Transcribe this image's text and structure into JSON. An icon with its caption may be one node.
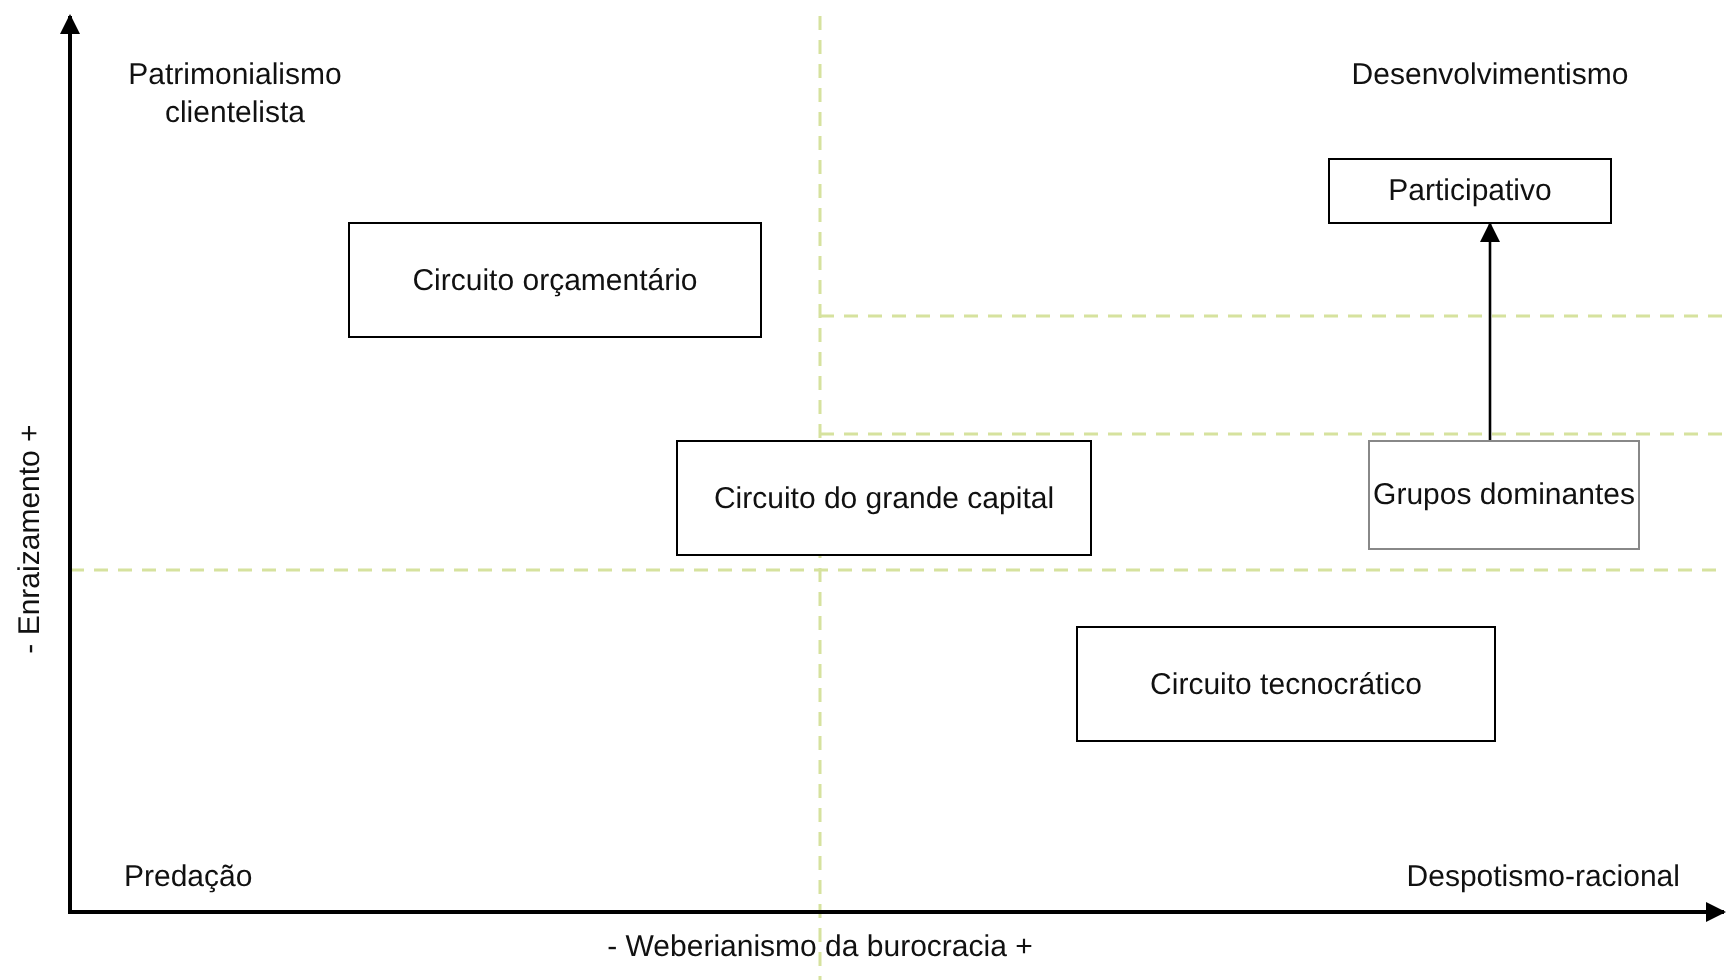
{
  "diagram": {
    "nodes": [
      {
        "text": [
          "Participativo"
        ]
      },
      {
        "text": [
          "Circuito orçamentário"
        ]
      },
      {
        "text": [
          "Circuito do grande capital"
        ]
      },
      {
        "text": [
          "Grupos dominantes"
        ]
      },
      {
        "text": [
          "Circuito tecnocrático"
        ]
      }
    ],
    "edges": [
      {
        "from": 3,
        "to": 0,
        "arrow": "to"
      }
    ],
    "labels": [
      "Patrimonialismo clientelista",
      "Desenvolvimentismo",
      "- Enraizamento +",
      "Predação",
      "Despotismo-racional",
      "- Weberianismo da burocracia +"
    ]
  }
}
